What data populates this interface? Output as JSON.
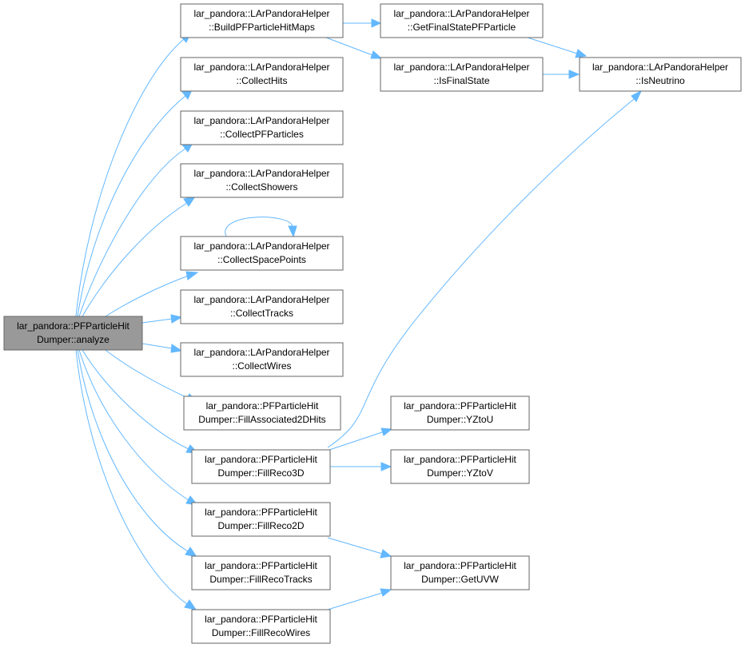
{
  "colors": {
    "edge": "#63b8ff",
    "node_border": "#666666",
    "root_fill": "#999999",
    "node_fill": "#ffffff"
  },
  "nodes": {
    "analyze": {
      "line1": "lar_pandora::PFParticleHit",
      "line2": "Dumper::analyze"
    },
    "buildMaps": {
      "line1": "lar_pandora::LArPandoraHelper",
      "line2": "::BuildPFParticleHitMaps"
    },
    "collectHits": {
      "line1": "lar_pandora::LArPandoraHelper",
      "line2": "::CollectHits"
    },
    "collectPFP": {
      "line1": "lar_pandora::LArPandoraHelper",
      "line2": "::CollectPFParticles"
    },
    "collectShowers": {
      "line1": "lar_pandora::LArPandoraHelper",
      "line2": "::CollectShowers"
    },
    "collectSP": {
      "line1": "lar_pandora::LArPandoraHelper",
      "line2": "::CollectSpacePoints"
    },
    "collectTracks": {
      "line1": "lar_pandora::LArPandoraHelper",
      "line2": "::CollectTracks"
    },
    "collectWires": {
      "line1": "lar_pandora::LArPandoraHelper",
      "line2": "::CollectWires"
    },
    "fillAssoc": {
      "line1": "lar_pandora::PFParticleHit",
      "line2": "Dumper::FillAssociated2DHits"
    },
    "fillReco3D": {
      "line1": "lar_pandora::PFParticleHit",
      "line2": "Dumper::FillReco3D"
    },
    "fillReco2D": {
      "line1": "lar_pandora::PFParticleHit",
      "line2": "Dumper::FillReco2D"
    },
    "fillRecoTracks": {
      "line1": "lar_pandora::PFParticleHit",
      "line2": "Dumper::FillRecoTracks"
    },
    "fillRecoWires": {
      "line1": "lar_pandora::PFParticleHit",
      "line2": "Dumper::FillRecoWires"
    },
    "getFinalState": {
      "line1": "lar_pandora::LArPandoraHelper",
      "line2": "::GetFinalStatePFParticle"
    },
    "isFinalState": {
      "line1": "lar_pandora::LArPandoraHelper",
      "line2": "::IsFinalState"
    },
    "isNeutrino": {
      "line1": "lar_pandora::LArPandoraHelper",
      "line2": "::IsNeutrino"
    },
    "yzToU": {
      "line1": "lar_pandora::PFParticleHit",
      "line2": "Dumper::YZtoU"
    },
    "yzToV": {
      "line1": "lar_pandora::PFParticleHit",
      "line2": "Dumper::YZtoV"
    },
    "getUVW": {
      "line1": "lar_pandora::PFParticleHit",
      "line2": "Dumper::GetUVW"
    }
  }
}
